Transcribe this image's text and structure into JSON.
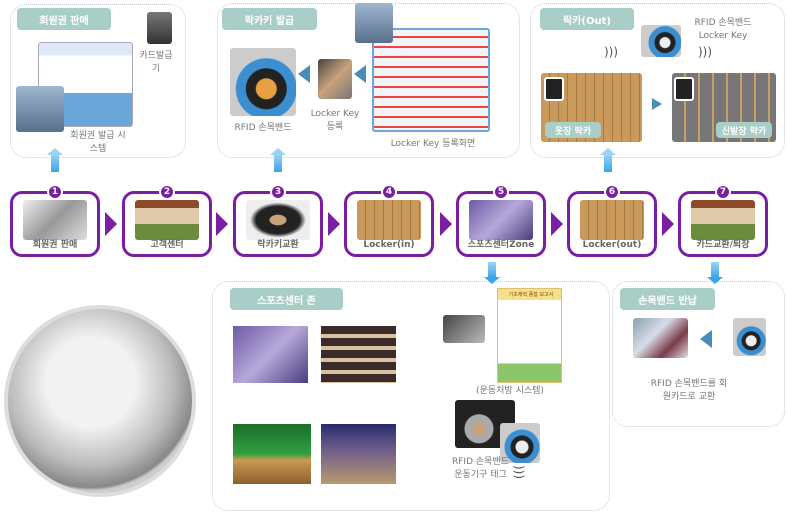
{
  "issue_membership": {
    "title": "회원권 판매",
    "card_issuer": "카드발급기",
    "system": "회원권 발급 시스템"
  },
  "locker_key_issue": {
    "title": "락카키 발급",
    "band": "RFID 손목밴드",
    "register": "Locker Key 등록",
    "screen": "Locker Key 등록화면"
  },
  "locker_out": {
    "title": "락카(Out)",
    "key": "RFID 손목밴드 Locker Key",
    "closet": "옷장 락카",
    "shoe": "신발장 락카"
  },
  "steps": [
    {
      "num": "1",
      "label": "회원권 판매"
    },
    {
      "num": "2",
      "label": "고객센터"
    },
    {
      "num": "3",
      "label": "락카키교환"
    },
    {
      "num": "4",
      "label": "Locker(in)"
    },
    {
      "num": "5",
      "label": "스포츠센터Zone"
    },
    {
      "num": "6",
      "label": "Locker(out)"
    },
    {
      "num": "7",
      "label": "카드교환/퇴장"
    }
  ],
  "sports_zone": {
    "title": "스포츠센터 존",
    "prescription": "(운동처방 시스템)",
    "tag": "RFID 손목밴드 운동기구 테그",
    "report_title": "기초체력 종합 보고서"
  },
  "band_return": {
    "title": "손목밴드 반납",
    "desc": "RFID 손목밴드를 회원카드로 교환"
  },
  "colors": {
    "accent": "#7a1fa2",
    "tag": "#a9cdc7",
    "arrow": "#3aa5e8"
  }
}
